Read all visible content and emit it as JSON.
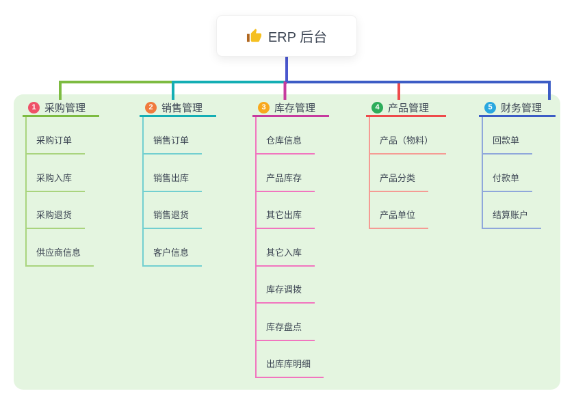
{
  "root": {
    "icon": "thumbs-up-icon",
    "label": "ERP 后台"
  },
  "branches": [
    {
      "num": "1",
      "title": "采购管理",
      "children": [
        "采购订单",
        "采购入库",
        "采购退货",
        "供应商信息"
      ]
    },
    {
      "num": "2",
      "title": "销售管理",
      "children": [
        "销售订单",
        "销售出库",
        "销售退货",
        "客户信息"
      ]
    },
    {
      "num": "3",
      "title": "库存管理",
      "children": [
        "仓库信息",
        "产品库存",
        "其它出库",
        "其它入库",
        "库存调拨",
        "库存盘点",
        "出库库明细"
      ]
    },
    {
      "num": "4",
      "title": "产品管理",
      "children": [
        "产品（物料）",
        "产品分类",
        "产品单位"
      ]
    },
    {
      "num": "5",
      "title": "财务管理",
      "children": [
        "回款单",
        "付款单",
        "结算账户"
      ]
    }
  ],
  "colors": {
    "panel_bg": "#e4f5e0",
    "text": "#3d4654",
    "root_line": "#4a57ce",
    "thumb_main": "#f5c021",
    "thumb_cuff": "#b0671f",
    "b1": "#7dbb41",
    "b1_child": "#a9d47e",
    "badge1": "#ef5068",
    "b2": "#14aeb4",
    "b2_child": "#72cfd0",
    "badge2": "#f07a3d",
    "b3": "#c63a9e",
    "b3_child": "#f175bf",
    "badge3": "#f8a81d",
    "b4": "#ee4a4b",
    "b4_child": "#f59b94",
    "badge4": "#2ead5b",
    "b5": "#3c5cc5",
    "b5_child": "#8fa7db",
    "badge5": "#29a7df"
  }
}
